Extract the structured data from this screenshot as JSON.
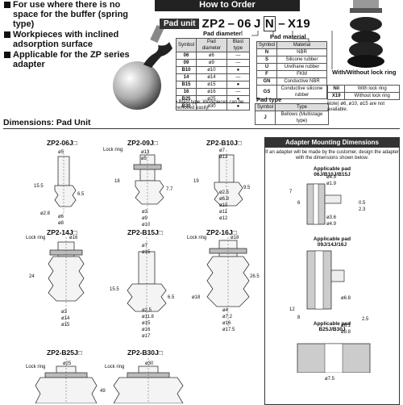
{
  "features": [
    "For use where there is no space for the buffer (spring type)",
    "Workpieces with inclined adsorption surface",
    "Applicable for the ZP series adapter"
  ],
  "how_to_order": {
    "title": "How to Order",
    "pad_unit_tag": "Pad unit",
    "code_prefix": "ZP2",
    "code_dash1": "–",
    "code_size": "06",
    "code_type": "J",
    "code_material": "N",
    "code_dash2": "–",
    "code_suffix": "X19",
    "pad_diameter_label": "Pad diameter",
    "pad_diameter_headers": [
      "Symbol",
      "Pad diameter",
      "Blast type"
    ],
    "pad_diameter_rows": [
      [
        "06",
        "ø6",
        "—"
      ],
      [
        "09",
        "ø9",
        "—"
      ],
      [
        "B10",
        "ø10",
        "●"
      ],
      [
        "14",
        "ø14",
        "—"
      ],
      [
        "B15",
        "ø15",
        "●"
      ],
      [
        "16",
        "ø16",
        "—"
      ],
      [
        "B25",
        "ø25",
        "●"
      ],
      [
        "B30",
        "ø30",
        "●"
      ]
    ],
    "blast_note": "• Blast type: Workpieces can be removed easily.",
    "pad_material_label": "Pad material",
    "pad_material_headers": [
      "Symbol",
      "Material"
    ],
    "pad_material_rows": [
      [
        "N",
        "NBR"
      ],
      [
        "S",
        "Silicone rubber"
      ],
      [
        "U",
        "Urethane rubber"
      ],
      [
        "F",
        "FKM"
      ],
      [
        "GN",
        "Conductive NBR"
      ],
      [
        "GS",
        "Conductive silicone rubber"
      ]
    ],
    "pad_type_label": "Pad type",
    "pad_type_headers": [
      "Symbol",
      "Type"
    ],
    "pad_type_rows": [
      [
        "J",
        "Bellows (Multistage type)"
      ]
    ],
    "lock_ring_label": "With/Without lock ring",
    "lock_ring_rows": [
      [
        "Nil",
        "With lock ring"
      ],
      [
        "X19",
        "Without lock ring"
      ]
    ],
    "lock_ring_note": "Note) ø6, ø10, ø15 are not available."
  },
  "dimensions": {
    "section_title": "Dimensions: Pad Unit",
    "pads": [
      {
        "title": "ZP2-06J□",
        "dims": [
          "ø5",
          "15.5",
          "6.5",
          "ø2.8",
          "ø6",
          "ø8"
        ]
      },
      {
        "title": "ZP2-09J□",
        "dims": [
          "Lock ring",
          "ø13",
          "ø5",
          "18",
          "7.7",
          "ø3",
          "ø9",
          "ø10"
        ]
      },
      {
        "title": "ZP2-B10J□",
        "dims": [
          "ø7",
          "ø13",
          "19",
          "9.5",
          "ø2.5",
          "ø6.8",
          "ø10",
          "ø11",
          "ø12"
        ]
      },
      {
        "title": "ZP2-14J□",
        "dims": [
          "Lock ring",
          "ø16",
          "24",
          "ø3",
          "ø14",
          "ø15"
        ]
      },
      {
        "title": "ZP2-B15J□",
        "dims": [
          "ø7",
          "ø15",
          "15.5",
          "6.5",
          "ø2.5",
          "ø11.8",
          "ø15",
          "ø16",
          "ø17"
        ]
      },
      {
        "title": "ZP2-16J□",
        "dims": [
          "Lock ring",
          "ø18",
          "26.5",
          "ø18",
          "ø4",
          "ø7.2",
          "ø16",
          "ø17.5"
        ]
      },
      {
        "title": "ZP2-B25J□",
        "dims": [
          "Lock ring",
          "ø25"
        ]
      },
      {
        "title": "ZP2-B30J□",
        "dims": [
          "Lock ring",
          "ø30",
          "49"
        ]
      }
    ]
  },
  "adapter": {
    "title": "Adapter Mounting Dimensions",
    "subtitle": "If an adapter will be made by the customer, design the adapter with the dimensions shown below.",
    "groups": [
      {
        "label": "Applicable pad",
        "pads": "06J/B10J/B15J",
        "dims": [
          "ø4.9",
          "ø1.9",
          "7",
          "6",
          "0.5",
          "2.3",
          "ø3.6",
          "ø4.9"
        ]
      },
      {
        "label": "Applicable pad",
        "pads": "09J/14J/16J",
        "dims": [
          "ø6.8",
          "12",
          "8",
          "2.5",
          "ø6.1",
          "ø8.8"
        ]
      },
      {
        "label": "Applicable pad",
        "pads": "B25J/B30J",
        "dims": [
          "ø7.5"
        ]
      }
    ]
  }
}
